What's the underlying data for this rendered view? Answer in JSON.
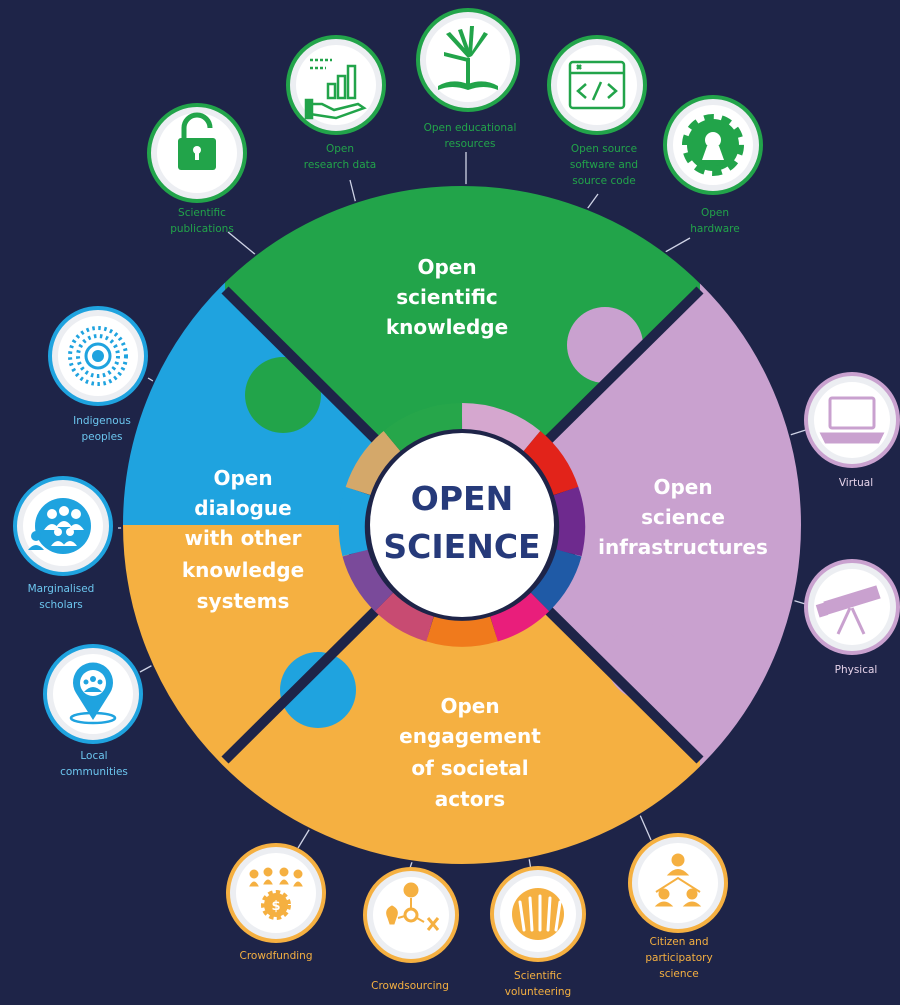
{
  "center": {
    "line1": "OPEN",
    "line2": "SCIENCE"
  },
  "colors": {
    "background": "#1e2448",
    "green": "#22a44a",
    "purple": "#c9a1cf",
    "orange": "#f5b041",
    "blue": "#1fa3df",
    "core_text": "#263a7a"
  },
  "quadrants": {
    "knowledge": {
      "lines": [
        "Open",
        "scientific",
        "knowledge"
      ]
    },
    "infrastructures": {
      "lines": [
        "Open",
        "science",
        "infrastructures"
      ]
    },
    "engagement": {
      "lines": [
        "Open",
        "engagement",
        "of societal",
        "actors"
      ]
    },
    "dialogue": {
      "lines": [
        "Open",
        "dialogue",
        "with other",
        "knowledge",
        "systems"
      ]
    }
  },
  "satellites": {
    "publications": {
      "icon": "padlock-open-icon",
      "lines": [
        "Scientific",
        "publications"
      ]
    },
    "research_data": {
      "icon": "data-chart-hand-icon",
      "lines": [
        "Open",
        "research data"
      ]
    },
    "educational": {
      "icon": "open-book-tree-icon",
      "lines": [
        "Open educational",
        "resources"
      ]
    },
    "source_code": {
      "icon": "code-window-icon",
      "lines": [
        "Open source",
        "software and",
        "source code"
      ]
    },
    "hardware": {
      "icon": "gear-icon",
      "lines": [
        "Open",
        "hardware"
      ]
    },
    "virtual": {
      "icon": "laptop-icon",
      "lines": [
        "Virtual"
      ]
    },
    "physical": {
      "icon": "telescope-icon",
      "lines": [
        "Physical"
      ]
    },
    "citizen": {
      "icon": "org-chart-people-icon",
      "lines": [
        "Citizen and",
        "participatory",
        "science"
      ]
    },
    "volunteering": {
      "icon": "raised-hands-icon",
      "lines": [
        "Scientific",
        "volunteering"
      ]
    },
    "crowdsourcing": {
      "icon": "crowdsourcing-icon",
      "lines": [
        "Crowdsourcing"
      ]
    },
    "crowdfunding": {
      "icon": "crowdfunding-icon",
      "lines": [
        "Crowdfunding"
      ]
    },
    "local": {
      "icon": "location-pin-people-icon",
      "lines": [
        "Local",
        "communities"
      ]
    },
    "marginalised": {
      "icon": "people-group-icon",
      "lines": [
        "Marginalised",
        "scholars"
      ]
    },
    "indigenous": {
      "icon": "concentric-dots-icon",
      "lines": [
        "Indigenous",
        "peoples"
      ]
    }
  }
}
